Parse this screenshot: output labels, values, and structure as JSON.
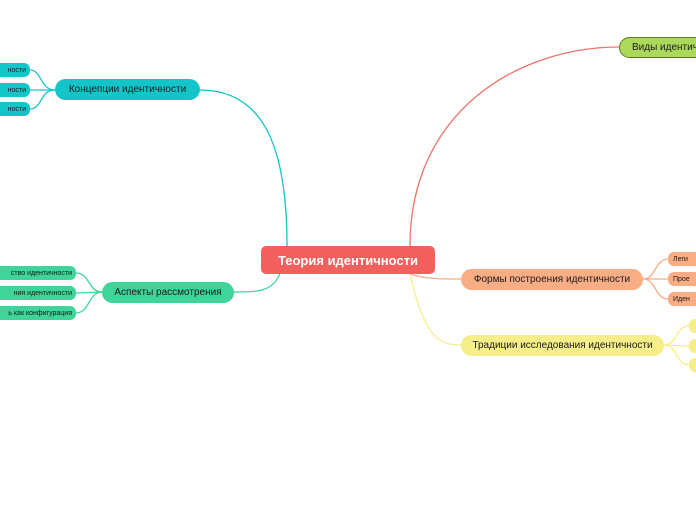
{
  "center": {
    "label": "Теория идентичности",
    "color": "#f2605e"
  },
  "branches": [
    {
      "id": "concepts",
      "label": "Концепции идентичности",
      "color": "#13c5c9",
      "children": [
        "ности",
        "ности",
        "ности"
      ]
    },
    {
      "id": "aspects",
      "label": "Аспекты рассмотрения",
      "color": "#3fd49a",
      "children": [
        "ство идентичности",
        "ния идентичности",
        "ь как конфигурация"
      ]
    },
    {
      "id": "kinds",
      "label": "Виды идентич",
      "color": "#acd95a",
      "children": []
    },
    {
      "id": "forms",
      "label": "Формы построения идентичности",
      "color": "#f9ad84",
      "children": [
        "Леги",
        "Прое",
        "Иден"
      ]
    },
    {
      "id": "traditions",
      "label": "Традиции исследования идентичности",
      "color": "#f6ee88",
      "children": [
        "",
        "",
        ""
      ]
    }
  ],
  "link_colors": {
    "kinds": "#f07167",
    "forms": "#f9ad84",
    "traditions": "#f6ee88"
  }
}
